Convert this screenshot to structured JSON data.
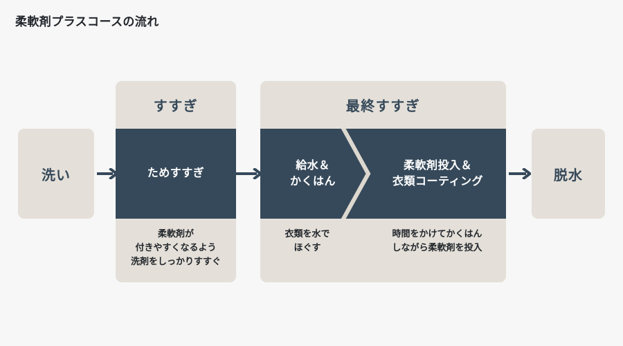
{
  "title": "柔軟剤プラスコースの流れ",
  "colors": {
    "background": "#f7f7f7",
    "panel_beige": "#e4e0d9",
    "band_navy": "#36495a",
    "band_text": "#ffffff",
    "caption_text": "#22262b",
    "arrow": "#36495a"
  },
  "flow": {
    "start_box": {
      "label": "洗い"
    },
    "end_box": {
      "label": "脱水"
    },
    "arrows": [
      {
        "name": "arrow-wash-to-rinse",
        "direction": "right"
      },
      {
        "name": "arrow-rinse-to-final",
        "direction": "right"
      },
      {
        "name": "arrow-final-to-spin",
        "direction": "right"
      }
    ],
    "stages": [
      {
        "id": "rinse",
        "header": "すすぎ",
        "steps": [
          {
            "label": "ためすすぎ",
            "caption": "柔軟剤が\n付きやすくなるよう\n洗剤をしっかりすすぐ"
          }
        ]
      },
      {
        "id": "final-rinse",
        "header": "最終すすぎ",
        "steps": [
          {
            "label": "給水＆\nかくはん",
            "caption": "衣類を水で\nほぐす"
          },
          {
            "label": "柔軟剤投入＆\n衣類コーティング",
            "caption": "時間をかけてかくはん\nしながら柔軟剤を投入"
          }
        ]
      }
    ]
  }
}
